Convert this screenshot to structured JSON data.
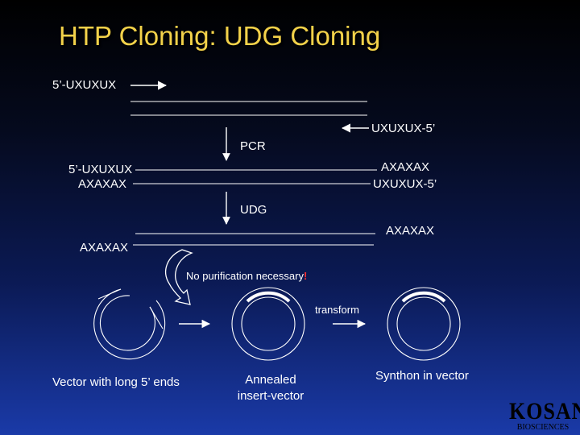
{
  "title": "HTP Cloning: UDG Cloning",
  "labels": {
    "primer_fwd": "5’-UXUXUX",
    "primer_rev": "UXUXUX-5’",
    "step_pcr": "PCR",
    "pcr_top_left": "5’-UXUXUX",
    "pcr_top_right": "AXAXAX",
    "pcr_bottom_left": "AXAXAX",
    "pcr_bottom_right": "UXUXUX-5’",
    "step_udg": "UDG",
    "udg_top_right": "AXAXAX",
    "udg_bottom_left": "AXAXAX",
    "no_purification": "No purification necessary",
    "no_purification_mark": "!",
    "transform": "transform"
  },
  "captions": {
    "vector": "Vector with long 5’ ends",
    "annealed_line1": "Annealed",
    "annealed_line2": "insert-vector",
    "synthon": "Synthon in vector"
  },
  "logo": {
    "main": "KOSAN",
    "sub": "BIOSCIENCES"
  },
  "colors": {
    "title": "#f3d24a",
    "no_purification_mark": "#ff3030"
  }
}
